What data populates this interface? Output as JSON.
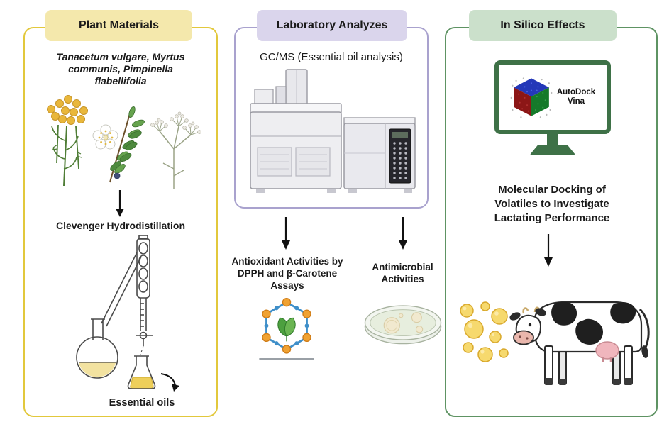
{
  "panels": {
    "plant": {
      "header": "Plant Materials",
      "species_lines": [
        "Tanacetum vulgare, Myrtus",
        "communis, Pimpinella",
        "flabellifolia"
      ],
      "method": "Clevenger Hydrodistillation",
      "output_label": "Essential oils"
    },
    "lab": {
      "header": "Laboratory Analyzes",
      "analysis_label": "GC/MS (Essential oil analysis)",
      "antioxidant_lines": [
        "Antioxidant Activities by",
        "DPPH and β-Carotene",
        "Assays"
      ],
      "antimicrobial_lines": [
        "Antimicrobial",
        "Activities"
      ]
    },
    "insilico": {
      "header": "In Silico Effects",
      "software_lines": [
        "AutoDock",
        "Vina"
      ],
      "docking_lines": [
        "Molecular Docking of",
        "Volatiles to Investigate",
        "Lactating Performance"
      ]
    }
  },
  "colors": {
    "plant_accent": "#E2C83C",
    "plant_header_bg": "#F4E8AC",
    "lab_accent": "#A9A2CE",
    "lab_header_bg": "#DAD5EC",
    "insilico_accent": "#5E9363",
    "insilico_header_bg": "#CBE0CB",
    "monitor_green": "#3E7147",
    "text": "#1A1A1A"
  }
}
